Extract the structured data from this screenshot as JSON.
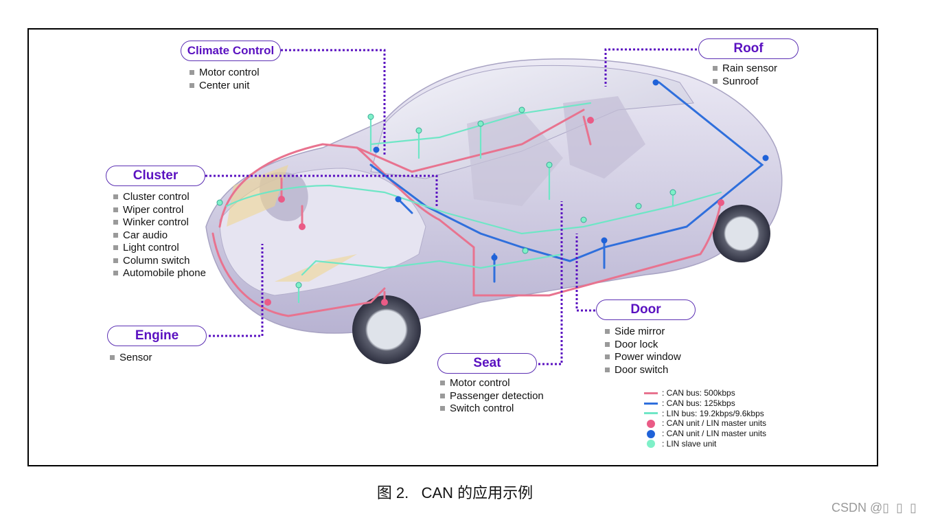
{
  "callouts": {
    "climate": {
      "title": "Climate Control",
      "items": [
        "Motor control",
        "Center unit"
      ]
    },
    "roof": {
      "title": "Roof",
      "items": [
        "Rain sensor",
        "Sunroof"
      ]
    },
    "cluster": {
      "title": "Cluster",
      "items": [
        "Cluster control",
        "Wiper control",
        "Winker control",
        "Car audio",
        "Light control",
        "Column switch",
        "Automobile phone"
      ]
    },
    "engine": {
      "title": "Engine",
      "items": [
        "Sensor"
      ]
    },
    "door": {
      "title": "Door",
      "items": [
        "Side mirror",
        "Door lock",
        "Power window",
        "Door switch"
      ]
    },
    "seat": {
      "title": "Seat",
      "items": [
        "Motor control",
        "Passenger detection",
        "Switch control"
      ]
    }
  },
  "legend": [
    {
      "kind": "line",
      "color": "#e8738f",
      "label": ": CAN bus: 500kbps"
    },
    {
      "kind": "line",
      "color": "#2f6fdc",
      "label": ": CAN bus: 125kbps"
    },
    {
      "kind": "line",
      "color": "#6fe6c6",
      "label": ": LIN bus: 19.2kbps/9.6kbps"
    },
    {
      "kind": "dot",
      "color": "#ea5b86",
      "label": ": CAN unit / LIN master units"
    },
    {
      "kind": "dot",
      "color": "#1f62d8",
      "label": ": CAN unit / LIN master units"
    },
    {
      "kind": "dot",
      "color": "#7ff0c8",
      "label": ": LIN slave unit"
    }
  ],
  "caption": "图 2.   CAN 的应用示例",
  "watermark": "CSDN @▯  ▯  ▯",
  "colors": {
    "pill_border": "#5b2fb3",
    "pill_text": "#5a11c0",
    "connector": "#5a11c0",
    "can_500": "#e8738f",
    "can_125": "#2f6fdc",
    "lin": "#6fe6c6",
    "car_body": "#d9d6ea"
  }
}
